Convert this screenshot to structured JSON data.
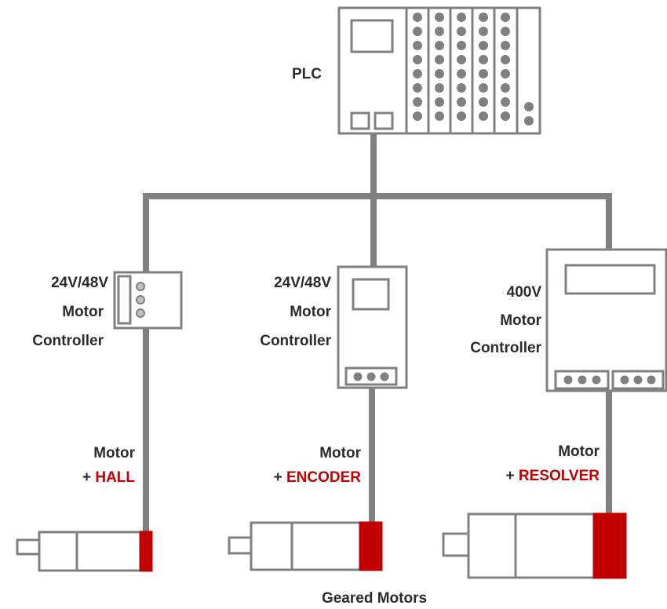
{
  "plc": {
    "label": "PLC"
  },
  "controllers": [
    {
      "lines": [
        "24V/48V",
        "Motor",
        "Controller"
      ]
    },
    {
      "lines": [
        "24V/48V",
        "Motor",
        "Controller"
      ]
    },
    {
      "lines": [
        "400V",
        "Motor",
        "Controller"
      ]
    }
  ],
  "motors": [
    {
      "line1": "Motor",
      "prefix": "+ ",
      "feedback": "HALL"
    },
    {
      "line1": "Motor",
      "prefix": "+ ",
      "feedback": "ENCODER"
    },
    {
      "line1": "Motor",
      "prefix": "+ ",
      "feedback": "RESOLVER"
    }
  ],
  "caption": "Geared Motors",
  "colors": {
    "outline": "#808080",
    "bus": "#808080",
    "feedback": "#c00000",
    "text": "#2b2b2b"
  }
}
